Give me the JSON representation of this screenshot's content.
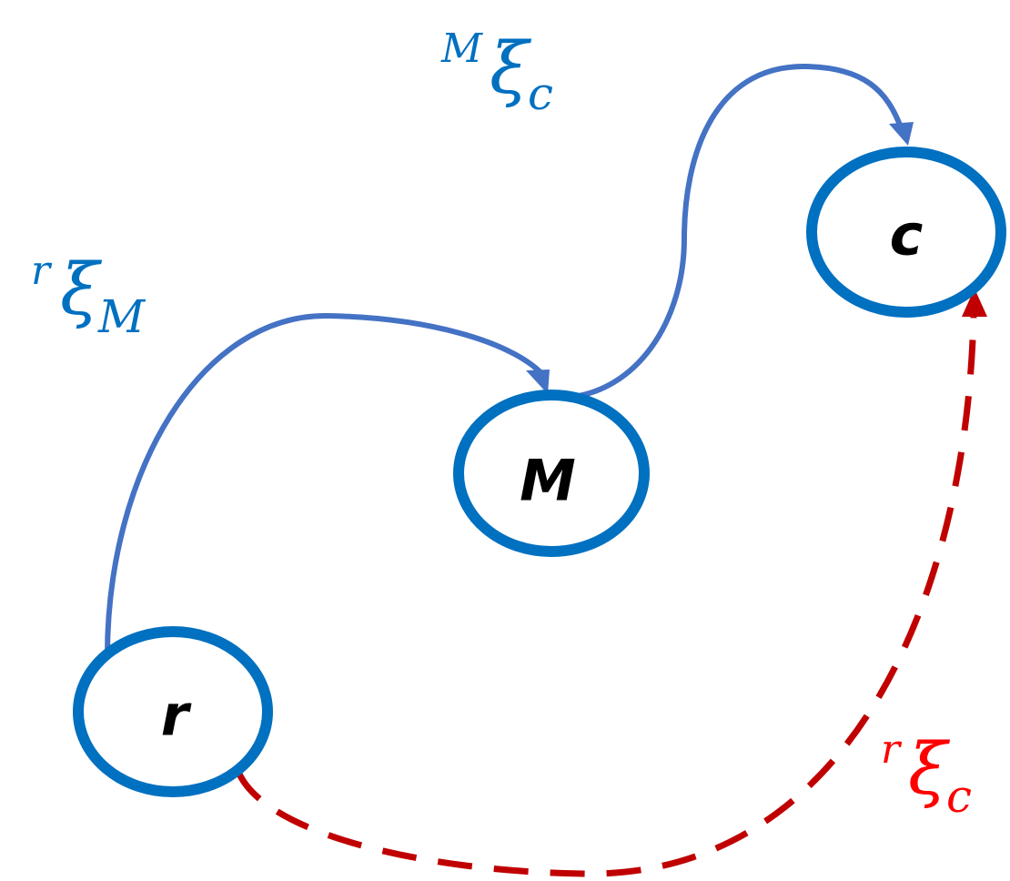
{
  "nodes": {
    "r": {
      "label": "r"
    },
    "m": {
      "label": "M"
    },
    "c": {
      "label": "c"
    }
  },
  "edges": {
    "r_to_m": {
      "superscript": "r",
      "symbol": "ξ",
      "subscript": "M",
      "color": "#0070c0",
      "style": "solid"
    },
    "m_to_c": {
      "superscript": "M",
      "symbol": "ξ",
      "subscript": "c",
      "color": "#0070c0",
      "style": "solid"
    },
    "r_to_c": {
      "superscript": "r",
      "symbol": "ξ",
      "subscript": "c",
      "color": "#ff0000",
      "style": "dashed"
    }
  },
  "colors": {
    "node_ring": "#0070c0",
    "solid_edge": "#4472c4",
    "dashed_edge": "#c00000",
    "label_blue": "#0070c0",
    "label_red": "#ff0000"
  }
}
